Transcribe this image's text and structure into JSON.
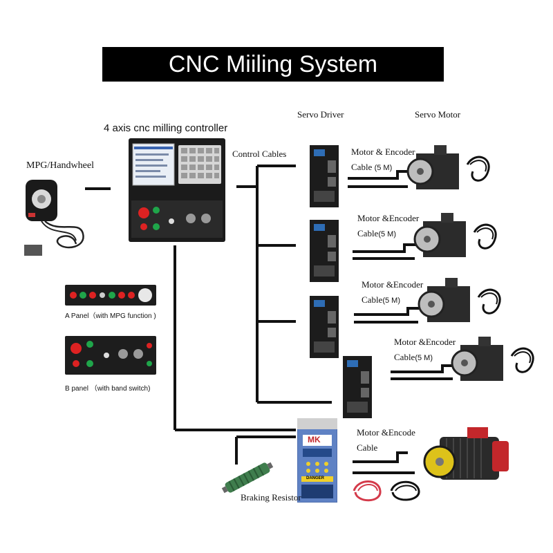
{
  "title": "CNC Miiling System",
  "labels": {
    "controller": "4 axis cnc milling controller",
    "mpg": "MPG/Handwheel",
    "control_cables": "Control Cables",
    "servo_driver": "Servo Driver",
    "servo_motor": "Servo Motor",
    "panel_a": "A Panel（with MPG function )",
    "panel_b": "B panel （with band switch)",
    "braking_resistor": "Braking Resistor"
  },
  "motor_cables": [
    {
      "line1": "Motor & Encoder",
      "line2": "Cable",
      "len": "(5 M)"
    },
    {
      "line1": "Motor &Encoder",
      "line2": "Cable",
      "len": "(5 M)"
    },
    {
      "line1": "Motor &Encoder",
      "line2": "Cable",
      "len": "(5 M)"
    },
    {
      "line1": "Motor &Encoder",
      "line2": "Cable",
      "len": "(5 M)"
    }
  ],
  "spindle_cable": {
    "line1": "Motor &Encode",
    "line2": "Cable"
  },
  "spindle_driver_brand": "MK",
  "spindle_driver_warning": "DANGER"
}
